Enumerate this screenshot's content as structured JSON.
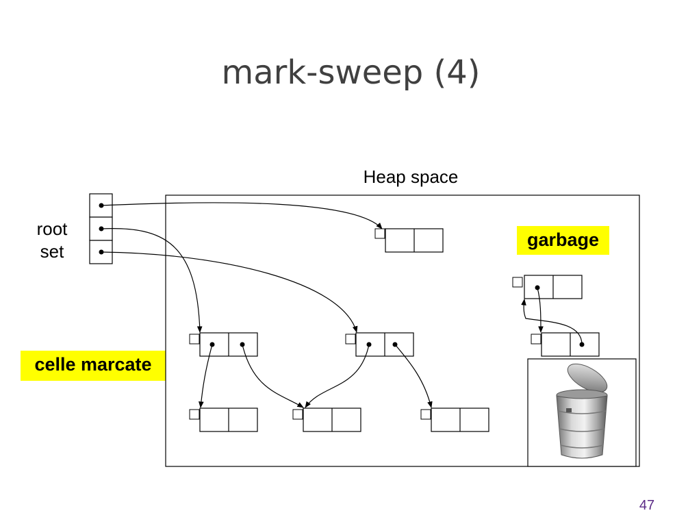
{
  "slide": {
    "title": "mark-sweep (4)",
    "page_number": "47"
  },
  "diagram": {
    "heap_label": "Heap space",
    "root_label": "root\nset",
    "garbage_label": "garbage",
    "marked_label": "celle marcate",
    "highlight_color": "#ffff00",
    "trash_icon": "trash-can-icon"
  }
}
